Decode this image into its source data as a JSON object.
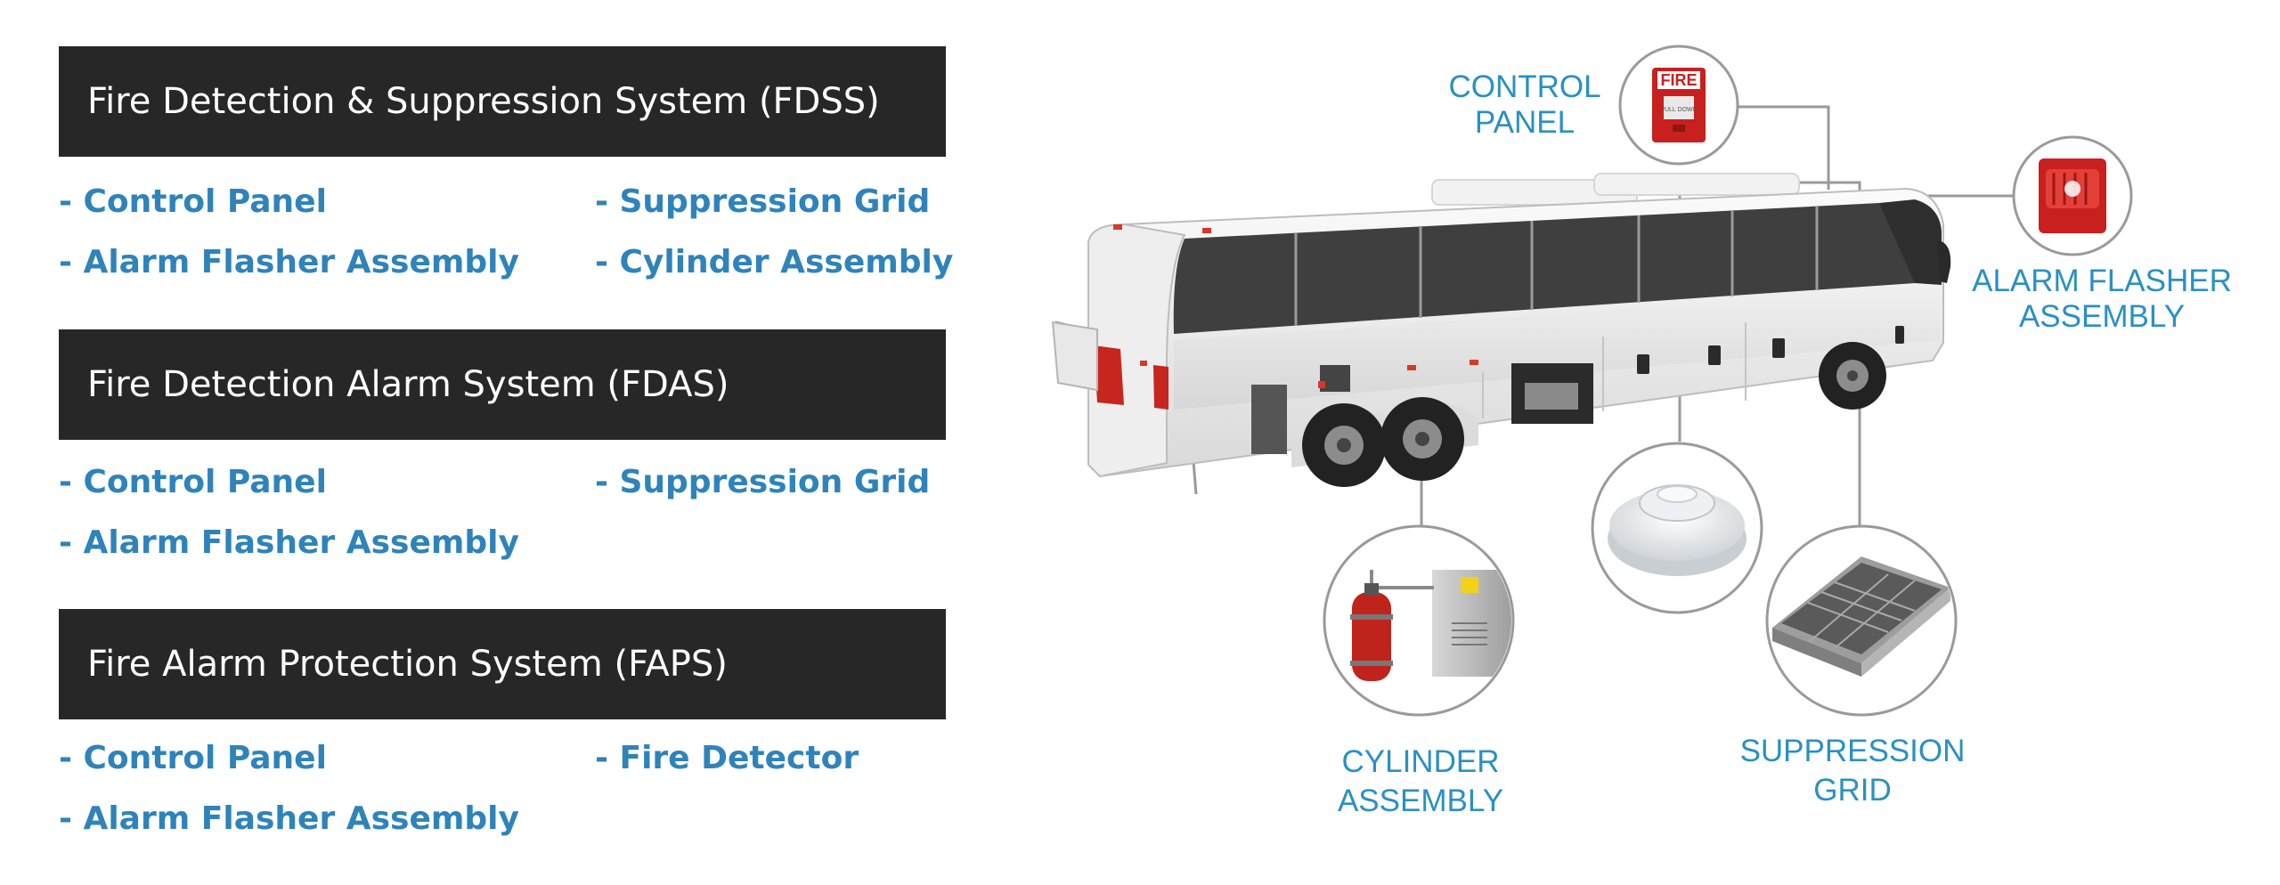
{
  "sections": [
    {
      "title": "Fire Detection & Suppression System (FDSS)",
      "items": [
        "- Control Panel",
        "- Suppression Grid",
        "- Alarm Flasher Assembly",
        "- Cylinder Assembly"
      ]
    },
    {
      "title": "Fire Detection Alarm System (FDAS)",
      "items": [
        "- Control Panel",
        "- Suppression Grid",
        "- Alarm Flasher Assembly"
      ]
    },
    {
      "title": "Fire Alarm Protection System (FAPS)",
      "items": [
        "- Control Panel",
        "- Fire Detector",
        "- Alarm Flasher Assembly"
      ]
    }
  ],
  "diagram": {
    "labels": {
      "control_panel": [
        "CONTROL",
        "PANEL"
      ],
      "alarm_flasher": [
        "ALARM FLASHER",
        "ASSEMBLY"
      ],
      "cylinder": [
        "CYLINDER",
        "ASSEMBLY"
      ],
      "suppression_grid": [
        "SUPPRESSION",
        "GRID"
      ]
    },
    "fire_sign": "FIRE",
    "pull_sign": "PULL DOWN"
  },
  "colors": {
    "header_bg": "#272727",
    "item_text": "#2f83bb",
    "label_text": "#2a90c4",
    "fire_red": "#c8201f"
  }
}
